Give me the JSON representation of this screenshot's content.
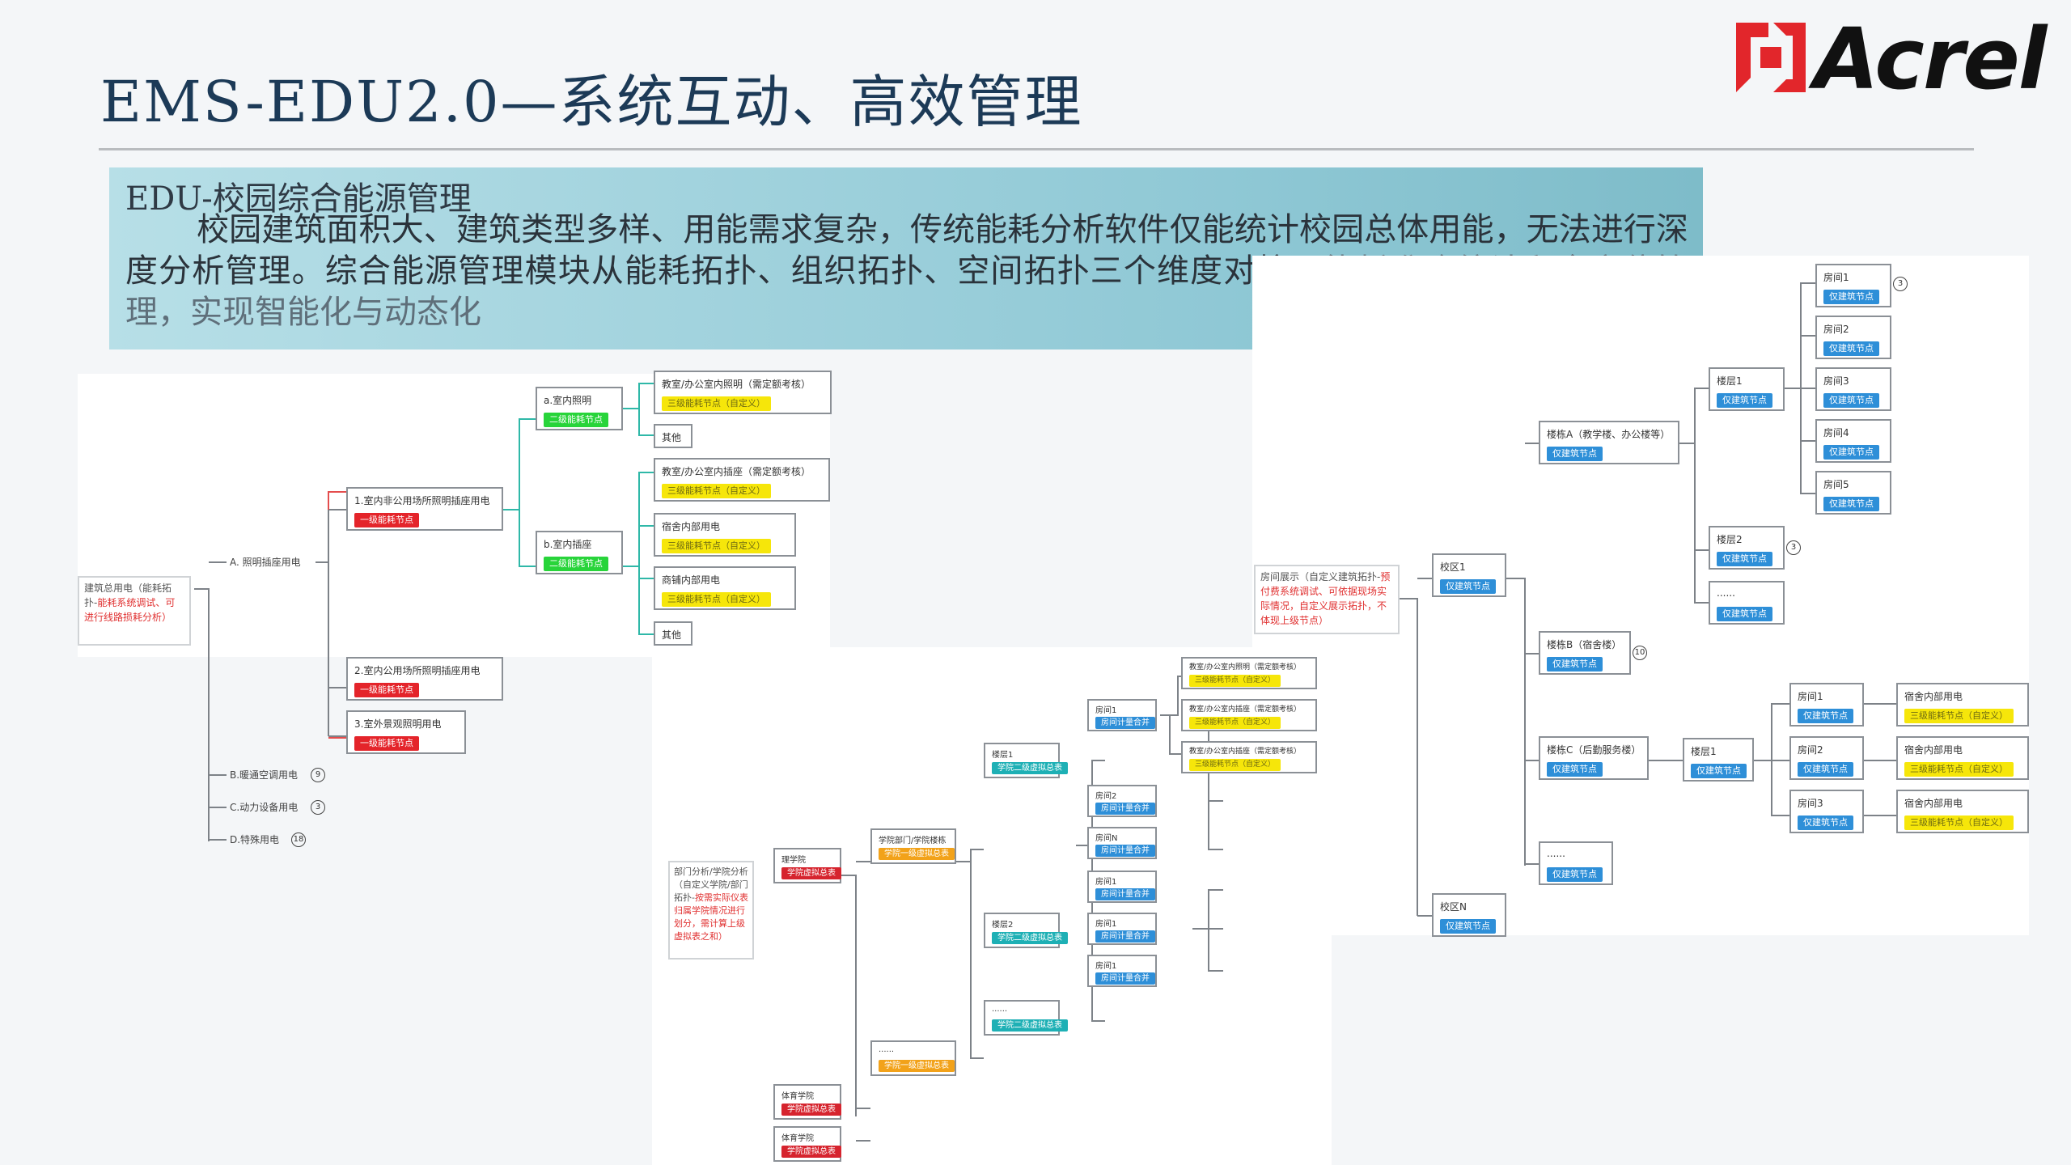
{
  "page": {
    "title": "EMS-EDU2.0—系统互动、高效管理",
    "brand": "Acrel",
    "intro_heading": "EDU-校园综合能源管理",
    "intro_text_main": "校园建筑面积大、建筑类型多样、用能需求复杂，传统能耗分析软件仅能统计校园总体用能，无法进行深度分析管理。综合能源管理模块从能耗拓扑、组织拓扑、空间拓扑三个维度对校园",
    "intro_text_faded": "能耗准确统计和全方位管理，实现智能化与动态化"
  },
  "energy": {
    "root_black": "建筑总用电（能耗拓扑-",
    "root_red": "能耗系统调试、可进行线路损耗分析）",
    "cat_a": "A. 照明插座用电",
    "cat_b": "B.暖通空调用电",
    "cat_c": "C.动力设备用电",
    "cat_d": "D.特殊用电",
    "badge_b": "9",
    "badge_c": "3",
    "badge_d": "18",
    "n1": "1.室内非公用场所照明插座用电",
    "n2": "2.室内公用场所照明插座用电",
    "n3": "3.室外景观照明用电",
    "lvl1": "一级能耗节点",
    "na": "a.室内照明",
    "nb": "b.室内插座",
    "lvl2": "二级能耗节点",
    "l1": "教室/办公室内照明（需定额考核）",
    "l3": "三级能耗节点（自定义）",
    "other": "其他",
    "l2": "教室/办公室内插座（需定额考核）",
    "dorm": "宿舍内部用电",
    "shop": "商铺内部用电"
  },
  "space": {
    "note_black": "房间展示（自定义建筑拓扑-",
    "note_red": "预付费系统调试、可依据现场实际情况，自定义展示拓扑，不体现上级节点）",
    "campus1": "校区1",
    "campusN": "校区N",
    "bldA": "楼栋A（教学楼、办公楼等）",
    "bldB": "楼栋B（宿舍楼）",
    "bldC": "楼栋C（后勤服务楼）",
    "bld_dots": "......",
    "floor1": "楼层1",
    "floor2": "楼层2",
    "floor_dots": "......",
    "room1": "房间1",
    "room2": "房间2",
    "room3": "房间3",
    "room4": "房间4",
    "room5": "房间5",
    "dorm_elec": "宿舍内部用电",
    "bnode": "仅建筑节点",
    "l3": "三级能耗节点（自定义）",
    "badge_r": "3",
    "badge_f2": "3",
    "badge_b": "10"
  },
  "org": {
    "note_black": "部门分析/学院分析（自定义学院/部门拓扑-",
    "note_red": "按需实际仪表归属学院情况进行划分，需计算上级虚拟表之和）",
    "college": "理学院",
    "virt": "学院虚拟总表",
    "dept": "学院部门/学院楼栋",
    "lvl1v": "学院一级虚拟总表",
    "floor1": "楼层1",
    "floor2": "楼层2",
    "lvl2v": "学院二级虚拟总表",
    "room1": "房间1",
    "room2": "房间2",
    "roomN": "房间N",
    "rsum": "房间计量合并",
    "c1": "教室/办公室内照明（需定额考核）",
    "c2": "教室/办公室内插座（需定额考核）",
    "c3": "教室/办公室内插座（需定额考核）",
    "l3": "三级能耗节点（自定义）",
    "dots": "......",
    "pe": "体育学院"
  }
}
